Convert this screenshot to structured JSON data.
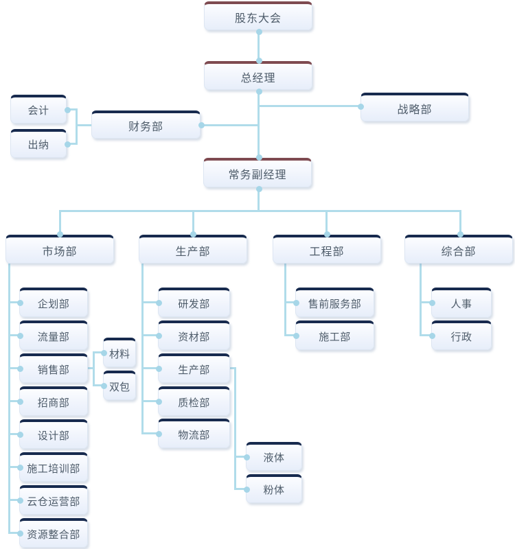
{
  "colors": {
    "executive_top_border": "#7e4a50",
    "department_top_border": "#172a4e",
    "connector_line": "#b0dcea",
    "connector_dot": "#a6d6e8",
    "node_text": "#4d5b69",
    "node_fill_top": "#fcfdff",
    "node_fill_bottom": "#e7eefa"
  },
  "org": {
    "shareholders_meeting": "股东大会",
    "general_manager": "总经理",
    "strategy_dept": "战略部",
    "finance_dept": "财务部",
    "accounting": "会计",
    "cashier": "出纳",
    "executive_deputy_manager": "常务副经理",
    "marketing": {
      "dept": "市场部",
      "planning": "企划部",
      "traffic": "流量部",
      "sales": "销售部",
      "materials": "材料",
      "double_package": "双包",
      "merchants": "招商部",
      "design": "设计部",
      "construction_training": "施工培训部",
      "cloud_warehouse_ops": "云仓运营部",
      "resource_integration": "资源整合部"
    },
    "production": {
      "dept": "生产部",
      "rnd": "研发部",
      "material_supply": "资材部",
      "production_sub": "生产部",
      "quality_inspection": "质检部",
      "logistics": "物流部",
      "liquid": "液体",
      "powder": "粉体"
    },
    "engineering": {
      "dept": "工程部",
      "presales_service": "售前服务部",
      "construction": "施工部"
    },
    "general_affairs": {
      "dept": "综合部",
      "hr": "人事",
      "administration": "行政"
    }
  }
}
